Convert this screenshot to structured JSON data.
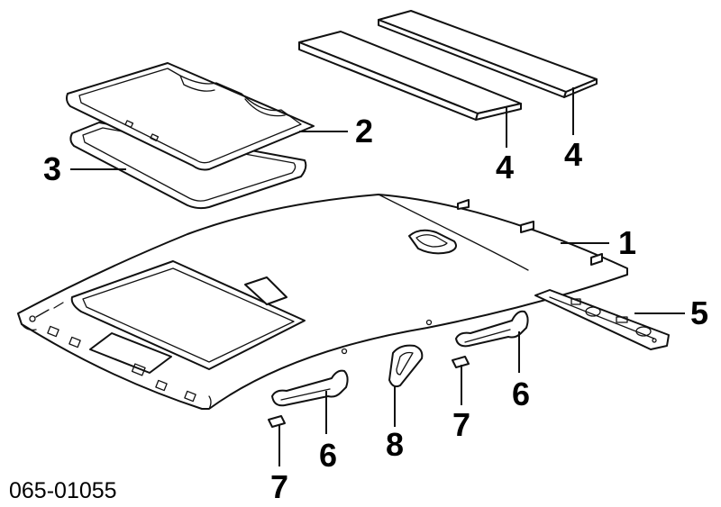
{
  "callouts": {
    "headliner": "1",
    "sunroof_panel": "2",
    "sunroof_seal": "3",
    "pad_front": "4",
    "pad_rear": "4",
    "rear_trim": "5",
    "grip_front": "6",
    "grip_rear": "6",
    "clip_front": "7",
    "clip_rear": "7",
    "coat_hook": "8"
  },
  "figure_code": "065-01055"
}
